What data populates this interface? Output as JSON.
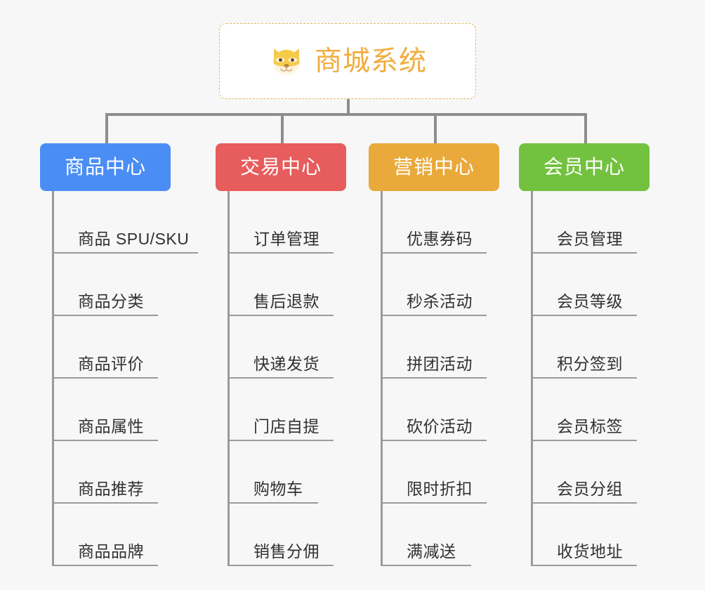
{
  "root": {
    "title": "商城系统",
    "icon": "shiba-dog-face-icon",
    "border_color": "#e8b563",
    "text_color": "#f0ad3e",
    "background": "#ffffff"
  },
  "canvas": {
    "background": "#f7f7f7",
    "connector_color": "#8d8d8d",
    "spine_color": "#9a9a9a",
    "leaf_text_color": "#303133"
  },
  "columns": [
    {
      "id": "product-center",
      "label": "商品中心",
      "color": "#4a8df5",
      "items": [
        {
          "label": "商品 SPU/SKU",
          "underline_width": 205
        },
        {
          "label": "商品分类",
          "underline_width": 148
        },
        {
          "label": "商品评价",
          "underline_width": 148
        },
        {
          "label": "商品属性",
          "underline_width": 148
        },
        {
          "label": "商品推荐",
          "underline_width": 148
        },
        {
          "label": "商品品牌",
          "underline_width": 148
        }
      ]
    },
    {
      "id": "trade-center",
      "label": "交易中心",
      "color": "#e75c5c",
      "items": [
        {
          "label": "订单管理",
          "underline_width": 148
        },
        {
          "label": "售后退款",
          "underline_width": 148
        },
        {
          "label": "快递发货",
          "underline_width": 148
        },
        {
          "label": "门店自提",
          "underline_width": 148
        },
        {
          "label": "购物车",
          "underline_width": 126
        },
        {
          "label": "销售分佣",
          "underline_width": 148
        }
      ]
    },
    {
      "id": "marketing-center",
      "label": "营销中心",
      "color": "#e9a93b",
      "items": [
        {
          "label": "优惠券码",
          "underline_width": 148
        },
        {
          "label": "秒杀活动",
          "underline_width": 148
        },
        {
          "label": "拼团活动",
          "underline_width": 148
        },
        {
          "label": "砍价活动",
          "underline_width": 148
        },
        {
          "label": "限时折扣",
          "underline_width": 148
        },
        {
          "label": "满减送",
          "underline_width": 126
        }
      ]
    },
    {
      "id": "member-center",
      "label": "会员中心",
      "color": "#73c23f",
      "items": [
        {
          "label": "会员管理",
          "underline_width": 148
        },
        {
          "label": "会员等级",
          "underline_width": 148
        },
        {
          "label": "积分签到",
          "underline_width": 148
        },
        {
          "label": "会员标签",
          "underline_width": 148
        },
        {
          "label": "会员分组",
          "underline_width": 148
        },
        {
          "label": "收货地址",
          "underline_width": 148
        }
      ]
    }
  ]
}
